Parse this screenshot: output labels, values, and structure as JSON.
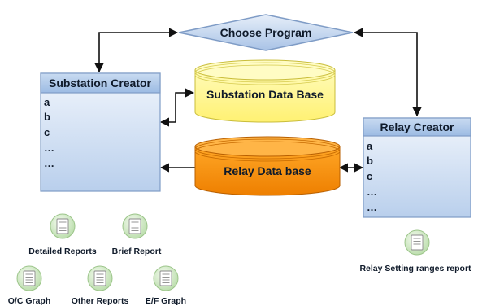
{
  "decision": {
    "label": "Choose Program"
  },
  "databases": {
    "substation": {
      "label": "Substation Data Base",
      "color": "#fff78f"
    },
    "relay": {
      "label": "Relay Data base",
      "color": "#f08c00"
    }
  },
  "substation_creator": {
    "title": "Substation Creator",
    "items": [
      "a",
      "b",
      "c",
      "…",
      "…"
    ]
  },
  "relay_creator": {
    "title": "Relay Creator",
    "items": [
      "a",
      "b",
      "c",
      "…",
      "…"
    ]
  },
  "reports": {
    "detailed": "Detailed Reports",
    "brief": "Brief Report",
    "oc_graph": "O/C Graph",
    "other": "Other Reports",
    "ef_graph": "E/F Graph",
    "relay_ranges": "Relay Setting ranges report"
  },
  "colors": {
    "panel_title": "#a9c4e6",
    "panel_body": "#dce8f6",
    "diamond": "#c6d8f0",
    "report_icon": "#d4ecc7"
  },
  "icons": {
    "report": "document-icon"
  }
}
